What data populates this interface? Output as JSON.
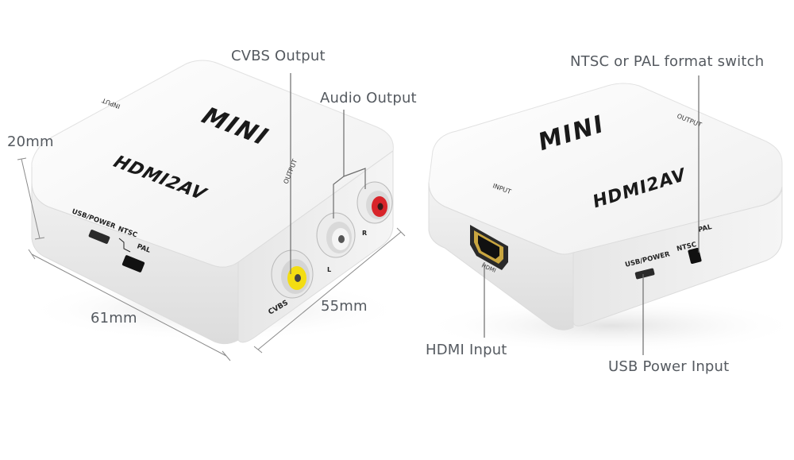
{
  "callouts": {
    "cvbs_output": "CVBS Output",
    "audio_output": "Audio Output",
    "ntsc_pal_switch": "NTSC or PAL format switch",
    "hdmi_input": "HDMI Input",
    "usb_power_input": "USB Power Input"
  },
  "dimensions": {
    "height": "20mm",
    "length": "61mm",
    "width": "55mm"
  },
  "device_labels": {
    "mini": "MINI",
    "model": "HDMI2AV",
    "input": "INPUT",
    "output": "OUTPUT",
    "usb_power": "USB/POWER",
    "ntsc": "NTSC",
    "pal": "PAL",
    "cvbs": "CVBS",
    "left": "L",
    "right": "R",
    "hdmi": "HDMI"
  },
  "colors": {
    "cvbs_jack": "#f3dd12",
    "left_jack": "#f2f2f2",
    "right_jack": "#d8242a",
    "body": "#f7f7f7",
    "callout_text": "#555a60",
    "leader_line": "#6c6c6c"
  }
}
